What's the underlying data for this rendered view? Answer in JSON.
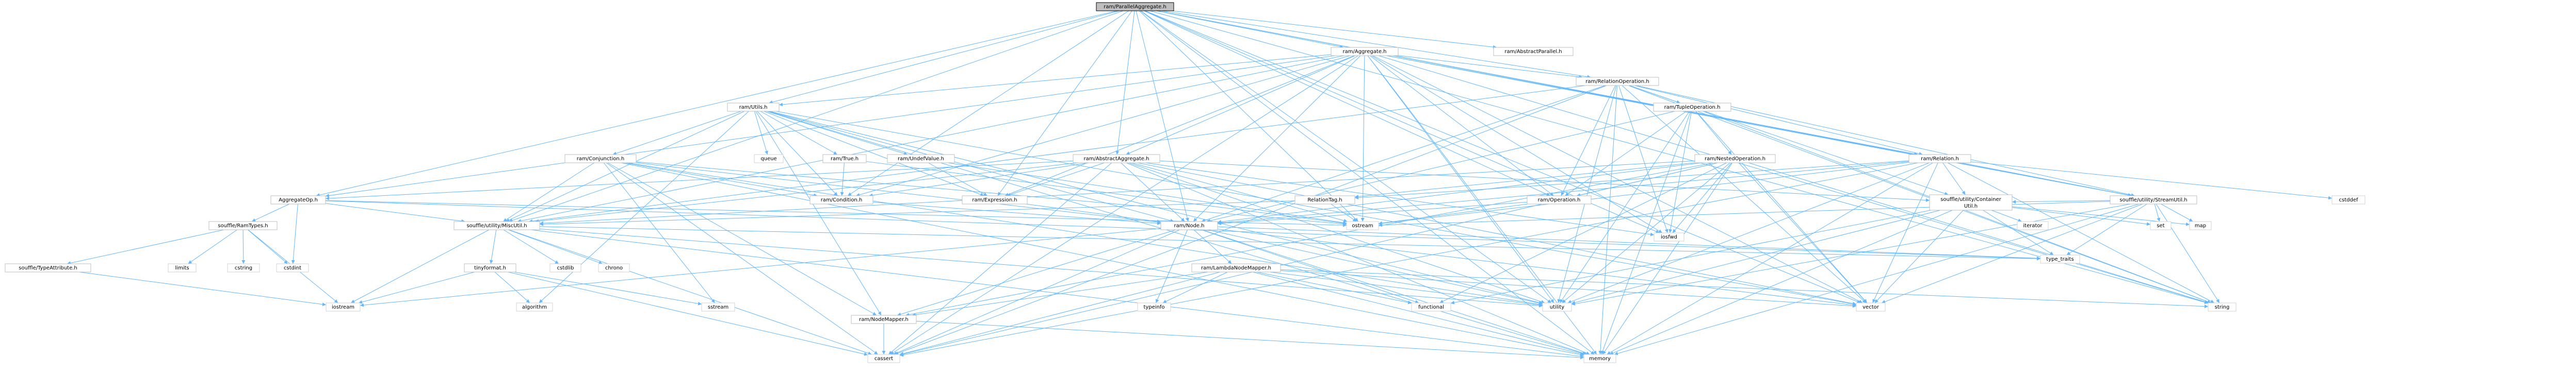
{
  "root": "ram/ParallelAggregate.h",
  "colors": {
    "edge": "#63b8ff",
    "root_fill": "#bfbfbf",
    "node_border": "#bfbfbf",
    "text": "#000000",
    "background": "#ffffff"
  },
  "nodes": {
    "parallelaggregate": {
      "label": "ram/ParallelAggregate.h",
      "kind": "root"
    },
    "abstractparallel": {
      "label": "ram/AbstractParallel.h",
      "kind": "header"
    },
    "aggregate": {
      "label": "ram/Aggregate.h",
      "kind": "header"
    },
    "relationoperation": {
      "label": "ram/RelationOperation.h",
      "kind": "header"
    },
    "ramutils": {
      "label": "ram/Utils.h",
      "kind": "header"
    },
    "tupleoperation": {
      "label": "ram/TupleOperation.h",
      "kind": "header"
    },
    "abstractaggregate": {
      "label": "ram/AbstractAggregate.h",
      "kind": "header"
    },
    "conjunction": {
      "label": "ram/Conjunction.h",
      "kind": "header"
    },
    "true": {
      "label": "ram/True.h",
      "kind": "header"
    },
    "undefvalue": {
      "label": "ram/UndefValue.h",
      "kind": "header"
    },
    "nestedoperation": {
      "label": "ram/NestedOperation.h",
      "kind": "header"
    },
    "relation": {
      "label": "ram/Relation.h",
      "kind": "header"
    },
    "aggregateop": {
      "label": "AggregateOp.h",
      "kind": "header"
    },
    "relationtag": {
      "label": "RelationTag.h",
      "kind": "header"
    },
    "condition": {
      "label": "ram/Condition.h",
      "kind": "header"
    },
    "expression": {
      "label": "ram/Expression.h",
      "kind": "header"
    },
    "operation": {
      "label": "ram/Operation.h",
      "kind": "header"
    },
    "containerutil": {
      "label1": "souffle/utility/Container",
      "label2": "Util.h",
      "kind": "header"
    },
    "streamutil": {
      "label": "souffle/utility/StreamUtil.h",
      "kind": "header"
    },
    "ramtypes": {
      "label": "souffle/RamTypes.h",
      "kind": "header"
    },
    "miscutil": {
      "label": "souffle/utility/MiscUtil.h",
      "kind": "header"
    },
    "node": {
      "label": "ram/Node.h",
      "kind": "header"
    },
    "typeattribute": {
      "label": "souffle/TypeAttribute.h",
      "kind": "header"
    },
    "tinyformat": {
      "label": "tinyformat.h",
      "kind": "header"
    },
    "lambdanodemapper": {
      "label": "ram/LambdaNodeMapper.h",
      "kind": "header"
    },
    "nodemapper": {
      "label": "ram/NodeMapper.h",
      "kind": "header"
    },
    "queue": {
      "label": "queue",
      "kind": "lib"
    },
    "cstddef": {
      "label": "cstddef",
      "kind": "lib"
    },
    "limits": {
      "label": "limits",
      "kind": "lib"
    },
    "cstring": {
      "label": "cstring",
      "kind": "lib"
    },
    "cstdint": {
      "label": "cstdint",
      "kind": "lib"
    },
    "cstdlib": {
      "label": "cstdlib",
      "kind": "lib"
    },
    "chrono": {
      "label": "chrono",
      "kind": "lib"
    },
    "ostream": {
      "label": "ostream",
      "kind": "lib"
    },
    "iosfwd": {
      "label": "iosfwd",
      "kind": "lib"
    },
    "iterator": {
      "label": "iterator",
      "kind": "lib"
    },
    "set": {
      "label": "set",
      "kind": "lib"
    },
    "map": {
      "label": "map",
      "kind": "lib"
    },
    "typetraits": {
      "label": "type_traits",
      "kind": "lib"
    },
    "iostream": {
      "label": "iostream",
      "kind": "lib"
    },
    "algorithm": {
      "label": "algorithm",
      "kind": "lib"
    },
    "sstream": {
      "label": "sstream",
      "kind": "lib"
    },
    "typeinfo": {
      "label": "typeinfo",
      "kind": "lib"
    },
    "functional": {
      "label": "functional",
      "kind": "lib"
    },
    "utility": {
      "label": "utility",
      "kind": "lib"
    },
    "vector": {
      "label": "vector",
      "kind": "lib"
    },
    "string": {
      "label": "string",
      "kind": "lib"
    },
    "cassert": {
      "label": "cassert",
      "kind": "lib"
    },
    "memory": {
      "label": "memory",
      "kind": "lib"
    }
  },
  "edges": [
    [
      "parallelaggregate",
      "abstractparallel"
    ],
    [
      "parallelaggregate",
      "aggregate"
    ],
    [
      "parallelaggregate",
      "relationoperation"
    ],
    [
      "parallelaggregate",
      "ramutils"
    ],
    [
      "parallelaggregate",
      "abstractaggregate"
    ],
    [
      "parallelaggregate",
      "relation"
    ],
    [
      "parallelaggregate",
      "aggregateop"
    ],
    [
      "parallelaggregate",
      "condition"
    ],
    [
      "parallelaggregate",
      "expression"
    ],
    [
      "parallelaggregate",
      "operation"
    ],
    [
      "parallelaggregate",
      "streamutil"
    ],
    [
      "parallelaggregate",
      "miscutil"
    ],
    [
      "parallelaggregate",
      "node"
    ],
    [
      "parallelaggregate",
      "iosfwd"
    ],
    [
      "parallelaggregate",
      "ostream"
    ],
    [
      "parallelaggregate",
      "utility"
    ],
    [
      "parallelaggregate",
      "vector"
    ],
    [
      "parallelaggregate",
      "string"
    ],
    [
      "parallelaggregate",
      "memory"
    ],
    [
      "aggregate",
      "relationoperation"
    ],
    [
      "aggregate",
      "ramutils"
    ],
    [
      "aggregate",
      "abstractaggregate"
    ],
    [
      "aggregate",
      "relation"
    ],
    [
      "aggregate",
      "aggregateop"
    ],
    [
      "aggregate",
      "condition"
    ],
    [
      "aggregate",
      "expression"
    ],
    [
      "aggregate",
      "operation"
    ],
    [
      "aggregate",
      "streamutil"
    ],
    [
      "aggregate",
      "miscutil"
    ],
    [
      "aggregate",
      "node"
    ],
    [
      "aggregate",
      "iosfwd"
    ],
    [
      "aggregate",
      "ostream"
    ],
    [
      "aggregate",
      "utility"
    ],
    [
      "aggregate",
      "vector"
    ],
    [
      "aggregate",
      "string"
    ],
    [
      "aggregate",
      "memory"
    ],
    [
      "aggregate",
      "cassert"
    ],
    [
      "relationoperation",
      "tupleoperation"
    ],
    [
      "relationoperation",
      "relation"
    ],
    [
      "relationoperation",
      "operation"
    ],
    [
      "relationoperation",
      "containerutil"
    ],
    [
      "relationoperation",
      "streamutil"
    ],
    [
      "relationoperation",
      "miscutil"
    ],
    [
      "relationoperation",
      "node"
    ],
    [
      "relationoperation",
      "cassert"
    ],
    [
      "relationoperation",
      "iosfwd"
    ],
    [
      "relationoperation",
      "utility"
    ],
    [
      "relationoperation",
      "vector"
    ],
    [
      "relationoperation",
      "string"
    ],
    [
      "relationoperation",
      "memory"
    ],
    [
      "ramutils",
      "conjunction"
    ],
    [
      "ramutils",
      "true"
    ],
    [
      "ramutils",
      "undefvalue"
    ],
    [
      "ramutils",
      "condition"
    ],
    [
      "ramutils",
      "expression"
    ],
    [
      "ramutils",
      "miscutil"
    ],
    [
      "ramutils",
      "queue"
    ],
    [
      "ramutils",
      "node"
    ],
    [
      "ramutils",
      "utility"
    ],
    [
      "ramutils",
      "vector"
    ],
    [
      "ramutils",
      "memory"
    ],
    [
      "ramutils",
      "algorithm"
    ],
    [
      "ramutils",
      "nodemapper"
    ],
    [
      "tupleoperation",
      "nestedoperation"
    ],
    [
      "tupleoperation",
      "operation"
    ],
    [
      "tupleoperation",
      "node"
    ],
    [
      "tupleoperation",
      "iosfwd"
    ],
    [
      "tupleoperation",
      "utility"
    ],
    [
      "tupleoperation",
      "vector"
    ],
    [
      "tupleoperation",
      "string"
    ],
    [
      "tupleoperation",
      "memory"
    ],
    [
      "abstractaggregate",
      "aggregateop"
    ],
    [
      "abstractaggregate",
      "condition"
    ],
    [
      "abstractaggregate",
      "expression"
    ],
    [
      "abstractaggregate",
      "containerutil"
    ],
    [
      "abstractaggregate",
      "miscutil"
    ],
    [
      "abstractaggregate",
      "node"
    ],
    [
      "abstractaggregate",
      "iosfwd"
    ],
    [
      "abstractaggregate",
      "ostream"
    ],
    [
      "abstractaggregate",
      "utility"
    ],
    [
      "abstractaggregate",
      "vector"
    ],
    [
      "abstractaggregate",
      "memory"
    ],
    [
      "abstractaggregate",
      "cassert"
    ],
    [
      "conjunction",
      "condition"
    ],
    [
      "conjunction",
      "node"
    ],
    [
      "conjunction",
      "miscutil"
    ],
    [
      "conjunction",
      "nodemapper"
    ],
    [
      "conjunction",
      "utility"
    ],
    [
      "conjunction",
      "memory"
    ],
    [
      "conjunction",
      "sstream"
    ],
    [
      "conjunction",
      "cassert"
    ],
    [
      "conjunction",
      "ostream"
    ],
    [
      "true",
      "condition"
    ],
    [
      "true",
      "ostream"
    ],
    [
      "undefvalue",
      "expression"
    ],
    [
      "undefvalue",
      "ostream"
    ],
    [
      "nestedoperation",
      "operation"
    ],
    [
      "nestedoperation",
      "relationtag"
    ],
    [
      "nestedoperation",
      "node"
    ],
    [
      "nestedoperation",
      "miscutil"
    ],
    [
      "nestedoperation",
      "nodemapper"
    ],
    [
      "nestedoperation",
      "iosfwd"
    ],
    [
      "nestedoperation",
      "cassert"
    ],
    [
      "nestedoperation",
      "utility"
    ],
    [
      "nestedoperation",
      "vector"
    ],
    [
      "nestedoperation",
      "memory"
    ],
    [
      "nestedoperation",
      "functional"
    ],
    [
      "nestedoperation",
      "string"
    ],
    [
      "relation",
      "relationtag"
    ],
    [
      "relation",
      "node"
    ],
    [
      "relation",
      "containerutil"
    ],
    [
      "relation",
      "streamutil"
    ],
    [
      "relation",
      "cstddef"
    ],
    [
      "relation",
      "ostream"
    ],
    [
      "relation",
      "utility"
    ],
    [
      "relation",
      "cassert"
    ],
    [
      "relation",
      "string"
    ],
    [
      "relation",
      "vector"
    ],
    [
      "relation",
      "memory"
    ],
    [
      "aggregateop",
      "ramtypes"
    ],
    [
      "aggregateop",
      "miscutil"
    ],
    [
      "aggregateop",
      "cstdint"
    ],
    [
      "aggregateop",
      "ostream"
    ],
    [
      "aggregateop",
      "typetraits"
    ],
    [
      "relationtag",
      "miscutil"
    ],
    [
      "relationtag",
      "ostream"
    ],
    [
      "condition",
      "node"
    ],
    [
      "expression",
      "node"
    ],
    [
      "operation",
      "node"
    ],
    [
      "operation",
      "ostream"
    ],
    [
      "containerutil",
      "iterator"
    ],
    [
      "containerutil",
      "set"
    ],
    [
      "containerutil",
      "map"
    ],
    [
      "containerutil",
      "typetraits"
    ],
    [
      "containerutil",
      "utility"
    ],
    [
      "containerutil",
      "vector"
    ],
    [
      "containerutil",
      "memory"
    ],
    [
      "containerutil",
      "functional"
    ],
    [
      "streamutil",
      "containerutil"
    ],
    [
      "streamutil",
      "map"
    ],
    [
      "streamutil",
      "set"
    ],
    [
      "streamutil",
      "ostream"
    ],
    [
      "streamutil",
      "typetraits"
    ],
    [
      "streamutil",
      "utility"
    ],
    [
      "streamutil",
      "vector"
    ],
    [
      "streamutil",
      "string"
    ],
    [
      "streamutil",
      "memory"
    ],
    [
      "ramtypes",
      "typeattribute"
    ],
    [
      "ramtypes",
      "limits"
    ],
    [
      "ramtypes",
      "cstring"
    ],
    [
      "ramtypes",
      "cstdint"
    ],
    [
      "ramtypes",
      "iostream"
    ],
    [
      "miscutil",
      "tinyformat"
    ],
    [
      "miscutil",
      "cstdlib"
    ],
    [
      "miscutil",
      "chrono"
    ],
    [
      "miscutil",
      "iostream"
    ],
    [
      "miscutil",
      "typetraits"
    ],
    [
      "miscutil",
      "utility"
    ],
    [
      "miscutil",
      "memory"
    ],
    [
      "miscutil",
      "cassert"
    ],
    [
      "node",
      "lambdanodemapper"
    ],
    [
      "node",
      "nodemapper"
    ],
    [
      "node",
      "typeinfo"
    ],
    [
      "node",
      "functional"
    ],
    [
      "node",
      "iostream"
    ],
    [
      "node",
      "cassert"
    ],
    [
      "node",
      "utility"
    ],
    [
      "node",
      "vector"
    ],
    [
      "node",
      "memory"
    ],
    [
      "node",
      "typetraits"
    ],
    [
      "typeattribute",
      "iostream"
    ],
    [
      "tinyformat",
      "iostream"
    ],
    [
      "tinyformat",
      "algorithm"
    ],
    [
      "tinyformat",
      "sstream"
    ],
    [
      "tinyformat",
      "cassert"
    ],
    [
      "lambdanodemapper",
      "nodemapper"
    ],
    [
      "lambdanodemapper",
      "typeinfo"
    ],
    [
      "lambdanodemapper",
      "functional"
    ],
    [
      "lambdanodemapper",
      "utility"
    ],
    [
      "lambdanodemapper",
      "string"
    ],
    [
      "lambdanodemapper",
      "vector"
    ],
    [
      "lambdanodemapper",
      "cassert"
    ],
    [
      "lambdanodemapper",
      "memory"
    ],
    [
      "nodemapper",
      "memory"
    ],
    [
      "nodemapper",
      "cassert"
    ]
  ]
}
